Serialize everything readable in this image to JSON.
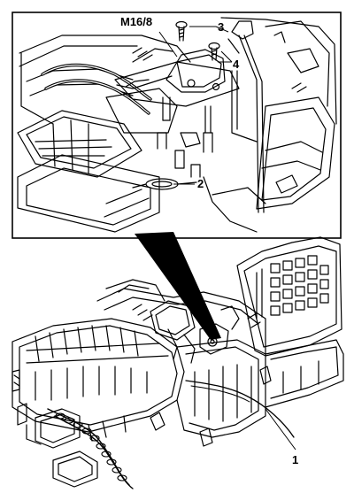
{
  "diagram": {
    "callouts": {
      "component_code": "M16/8",
      "screw": "3",
      "bracket": "4",
      "linkage": "2",
      "cable": "1"
    },
    "colors": {
      "ink": "#000000",
      "paper": "#ffffff"
    }
  }
}
